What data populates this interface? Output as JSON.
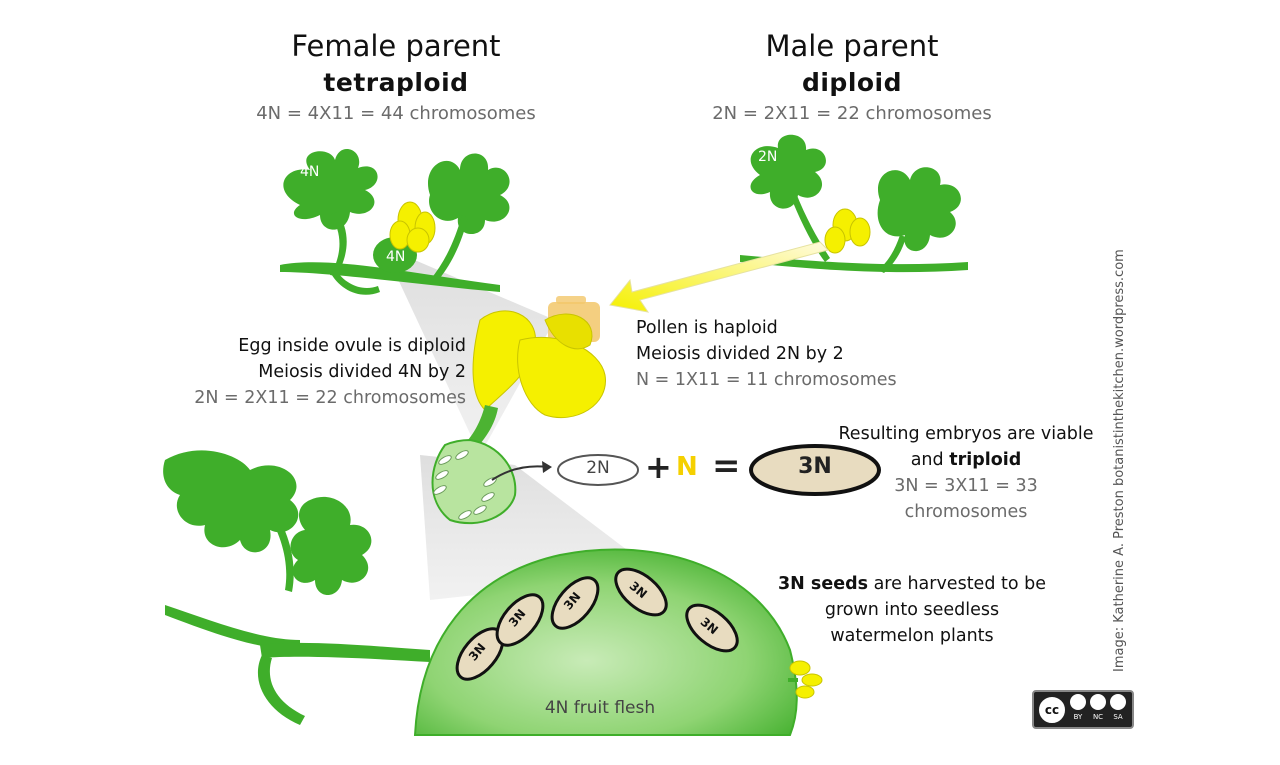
{
  "female": {
    "title": "Female parent",
    "ploidy": "tetraploid",
    "formula": "4N = 4X11 = 44 chromosomes",
    "plant_label": "4N",
    "flower_label": "4N"
  },
  "male": {
    "title": "Male parent",
    "ploidy": "diploid",
    "formula": "2N = 2X11 = 22 chromosomes",
    "plant_label": "2N"
  },
  "egg": {
    "line1": "Egg inside ovule is diploid",
    "line2": "Meiosis divided 4N by 2",
    "line3": "2N = 2X11 = 22 chromosomes"
  },
  "pollen": {
    "line1": "Pollen is haploid",
    "line2": "Meiosis divided 2N by 2",
    "line3": "N = 1X11 = 11 chromosomes"
  },
  "equation": {
    "egg": "2N",
    "plus": "+",
    "pollen": "N",
    "equals": "=",
    "result": "3N"
  },
  "result": {
    "line1": "Resulting embryos are viable",
    "line2_pre": "and ",
    "line2_bold": "triploid",
    "line3": "3N = 3X11 = 33",
    "line4": "chromosomes"
  },
  "seeds": {
    "line1_bold": "3N seeds",
    "line1_rest": " are harvested to be",
    "line2": "grown into seedless",
    "line3": "watermelon plants",
    "seed_label": "3N"
  },
  "fruit_label": "4N fruit flesh",
  "credit": "Image: Katherine A. Preston botanistinthekitchen.wordpress.com",
  "license": {
    "icons": [
      "cc-icon",
      "by-icon",
      "nc-icon",
      "sa-icon"
    ],
    "labels": [
      "BY",
      "NC",
      "SA"
    ]
  },
  "colors": {
    "leaf": "#3fae2a",
    "leaf_light": "#7fd06a",
    "flower": "#f5f000",
    "fruit": "#9ed98a",
    "seed": "#e8dcc0"
  }
}
